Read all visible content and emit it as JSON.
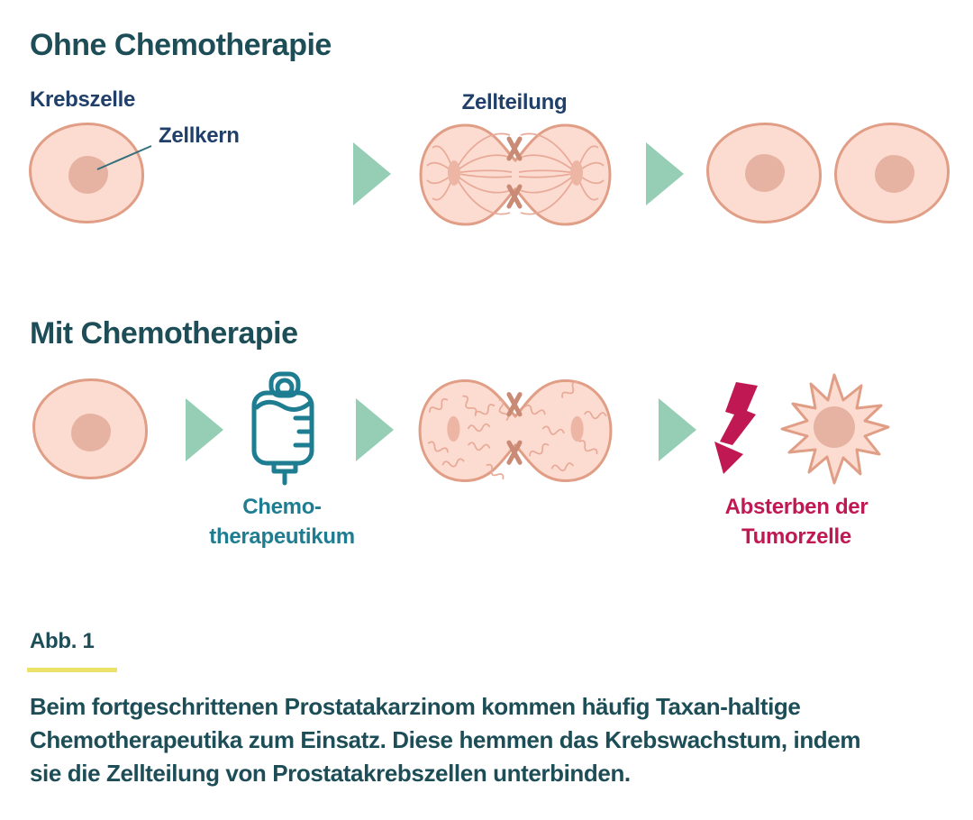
{
  "sections": {
    "ohne": {
      "title": "Ohne Chemotherapie"
    },
    "mit": {
      "title": "Mit Chemotherapie"
    }
  },
  "labels": {
    "krebszelle": "Krebszelle",
    "zellkern": "Zellkern",
    "zellteilung": "Zellteilung",
    "chemo_lines": [
      "Chemo-",
      "therapeutikum"
    ],
    "absterben_lines": [
      "Absterben der",
      "Tumorzelle"
    ]
  },
  "caption": {
    "figure_label": "Abb. 1",
    "lines": [
      "Beim fortgeschrittenen Prostatakarzinom kommen häufig Taxan-haltige",
      "Chemotherapeutika zum Einsatz. Diese hemmen das Krebswachstum, indem",
      "sie die Zellteilung von Prostatakrebszellen unterbinden."
    ]
  },
  "icons": {
    "arrow": "arrow-right-triangle",
    "iv_bag": "iv-bag-icon",
    "lightning": "lightning-arrow-icon",
    "dying_cell": "spiky-dying-cell",
    "dividing_cell": "dividing-cell",
    "cell": "cancer-cell"
  },
  "colors": {
    "heading_teal": "#1d4e57",
    "navy": "#20406a",
    "teal": "#1e7d90",
    "magenta": "#c01853",
    "mint": "#95ceb4",
    "cell_fill": "#fcdcd0",
    "cell_stroke": "#e19e86",
    "nucleus_fill": "#e6b2a1",
    "fiber": "#e8a998",
    "chromosome": "#c98a76",
    "pole": "#ecb5a4",
    "yellow": "#ede269",
    "pointer": "#35707c"
  }
}
